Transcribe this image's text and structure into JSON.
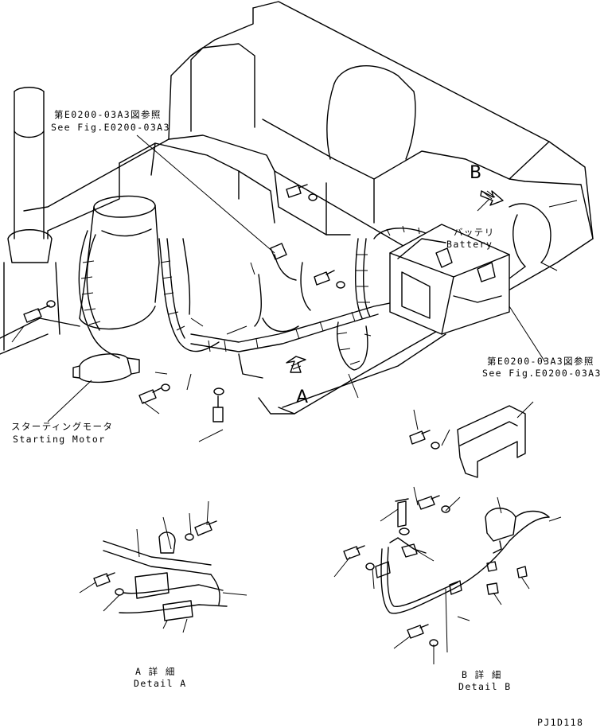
{
  "refs": {
    "top_jp": "第E0200-03A3図参照",
    "top_en": "See Fig.E0200-03A3",
    "right_jp": "第E0200-03A3図参照",
    "right_en": "See Fig.E0200-03A3"
  },
  "battery": {
    "jp": "バッテリ",
    "en": "Battery"
  },
  "starting_motor": {
    "jp": "スターティングモータ",
    "en": "Starting Motor"
  },
  "views": {
    "a": "A",
    "b": "B"
  },
  "detail_a": {
    "jp": "A 詳 細",
    "en": "Detail A"
  },
  "detail_b": {
    "jp": "B 詳 細",
    "en": "Detail B"
  },
  "figure_code": "PJ1D118"
}
